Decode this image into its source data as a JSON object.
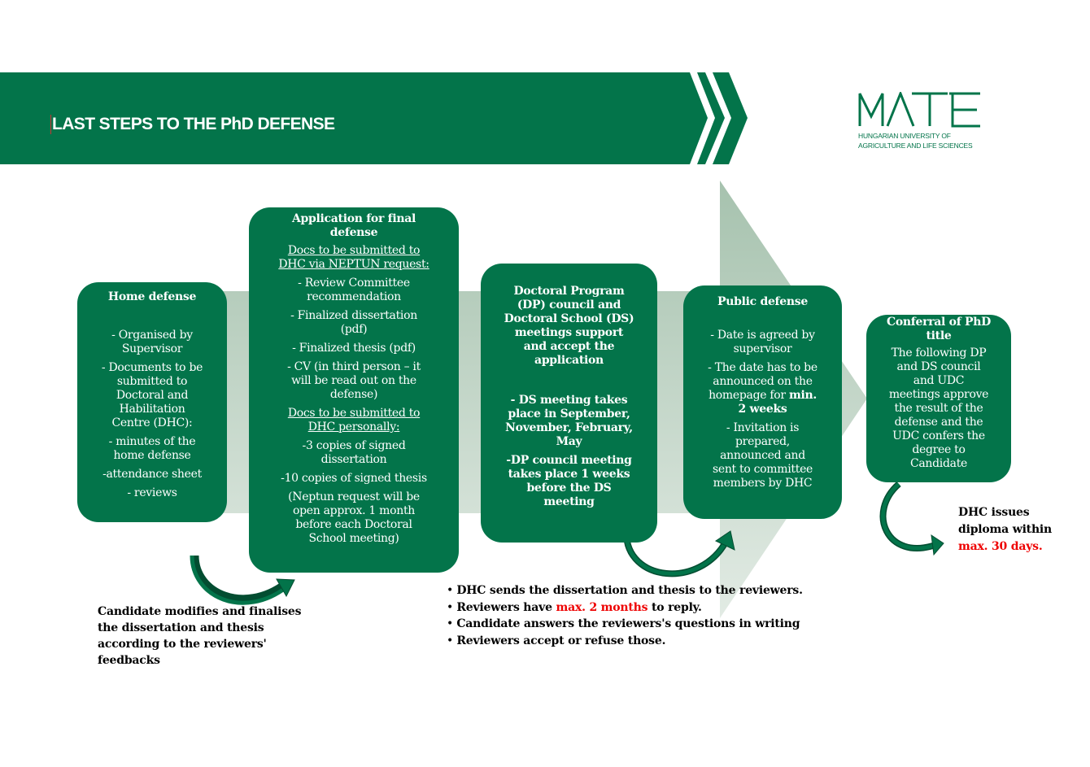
{
  "header": {
    "title": "LAST STEPS TO THE PhD DEFENSE"
  },
  "logo": {
    "wordmark": "MATE",
    "line1": "HUNGARIAN UNIVERSITY OF",
    "line2": "AGRICULTURE AND LIFE SCIENCES"
  },
  "colors": {
    "primary": "#03744a",
    "highlight": "#e00000",
    "arrow_light": "#dce7df",
    "arrow_dark": "#a6c2ae"
  },
  "steps": {
    "home": {
      "title": "Home defense",
      "items": [
        "- Organised by\nSupervisor",
        "- Documents to be\nsubmitted to\nDoctoral and\nHabilitation\nCentre (DHC):",
        "- minutes of the\nhome defense",
        "-attendance sheet",
        "- reviews"
      ]
    },
    "application": {
      "title": "Application for final\ndefense",
      "sub1": "Docs to be submitted to\nDHC via NEPTUN request:",
      "items1": [
        "- Review Committee\nrecommendation",
        "-  Finalized dissertation\n(pdf)",
        "- Finalized thesis (pdf)",
        "- CV (in third person – it\nwill be read out on the\ndefense)"
      ],
      "sub2": "Docs to be submitted to\nDHC personally:",
      "items2": [
        "-3 copies of signed\ndissertation",
        "-10 copies of signed thesis",
        "(Neptun request will be\nopen approx. 1 month\nbefore each Doctoral\nSchool meeting)"
      ]
    },
    "council": {
      "title": "Doctoral Program\n(DP) council and\nDoctoral School (DS)\nmeetings support\nand accept the\napplication",
      "items": [
        "- DS meeting takes\nplace in September,\nNovember, February,\nMay",
        "-DP council meeting\ntakes place 1 weeks\nbefore the DS\nmeeting"
      ]
    },
    "public": {
      "title": "Public defense",
      "item1": "- Date is agreed by\nsupervisor",
      "item2_pre": "- The date has to be\nannounced on the\nhomepage for ",
      "item2_bold": "min.\n2 weeks",
      "item3": "- Invitation is\nprepared,\nannounced and\nsent to committee\nmembers by DHC"
    },
    "conferral": {
      "title": "Conferral of PhD\ntitle",
      "text": "The following DP\nand DS council\nand UDC\nmeetings approve\nthe result of the\ndefense and the\nUDC confers the\ndegree to\nCandidate"
    }
  },
  "notes": {
    "candidate": "Candidate modifies and finalises\nthe dissertation and thesis\naccording to the reviewers'\nfeedbacks",
    "diploma_pre": "DHC issues\ndiploma within\n",
    "diploma_red": "max. 30 days.",
    "bullets": {
      "b1": "DHC sends the dissertation and thesis to the reviewers.",
      "b2_pre": "Reviewers have ",
      "b2_red": "max. 2 months",
      "b2_post": " to reply.",
      "b3": "Candidate answers the reviewers's questions in writing",
      "b4": "Reviewers accept or refuse those."
    }
  }
}
